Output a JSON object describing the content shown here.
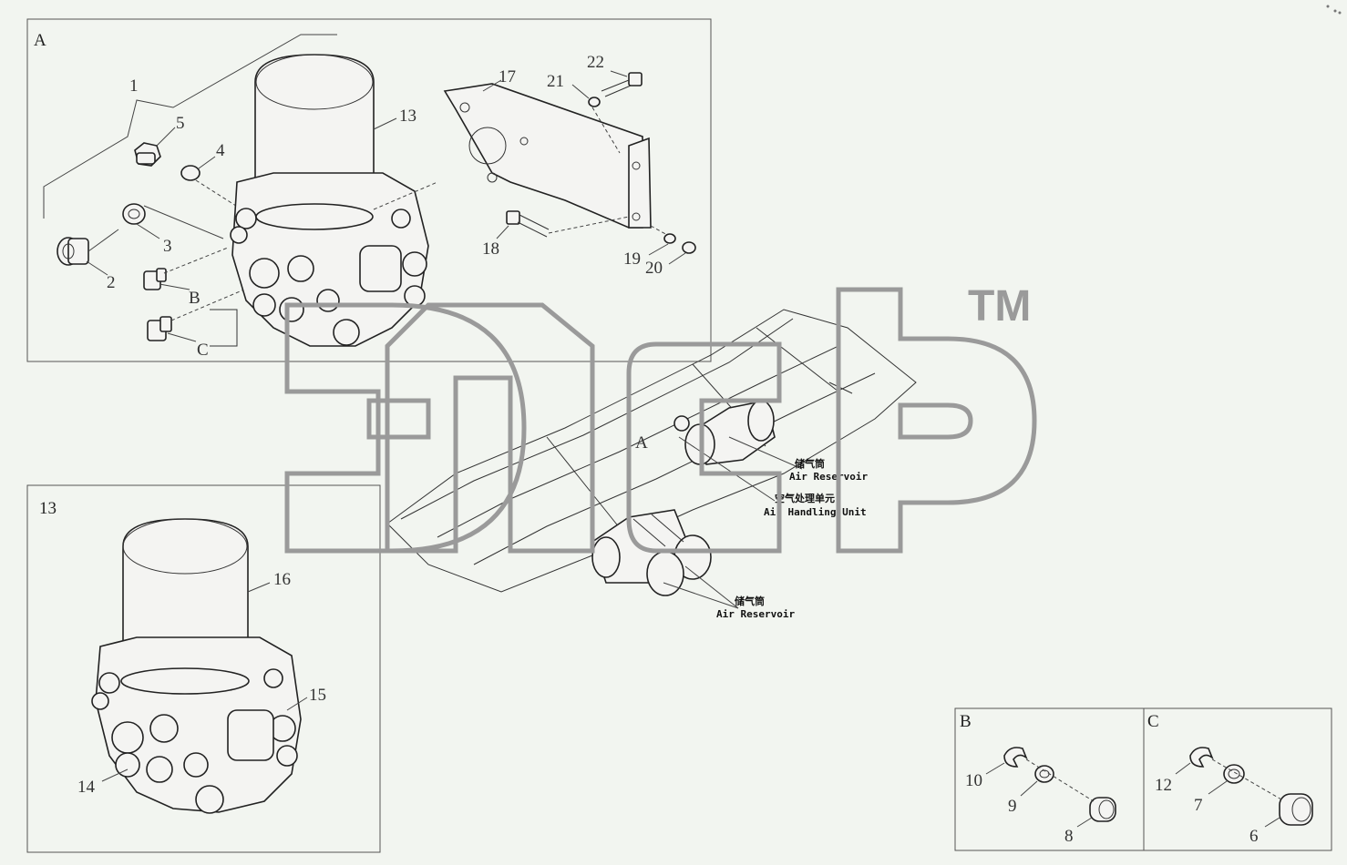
{
  "panels": {
    "A": {
      "label": "A"
    },
    "detail_13": {
      "label": "13"
    },
    "B": {
      "label": "B"
    },
    "C": {
      "label": "C"
    }
  },
  "callouts": {
    "p1": "1",
    "p2": "2",
    "p3": "3",
    "p4": "4",
    "p5": "5",
    "p6": "6",
    "p7": "7",
    "p8": "8",
    "p9": "9",
    "p10": "10",
    "p12": "12",
    "p13": "13",
    "p14": "14",
    "p15": "15",
    "p16": "16",
    "p17": "17",
    "p18": "18",
    "p19": "19",
    "p20": "20",
    "p21": "21",
    "p22": "22",
    "pB": "B",
    "pC": "C"
  },
  "chassis": {
    "ref_A": "A",
    "reservoir_top_cn": "储气筒",
    "reservoir_top_en": "Air Reservoir",
    "handling_cn": "空气处理单元",
    "handling_en": "Air Handling Unit",
    "reservoir_bottom_cn": "储气筒",
    "reservoir_bottom_en": "Air Reservoir"
  },
  "watermark": {
    "tm": "TM"
  }
}
